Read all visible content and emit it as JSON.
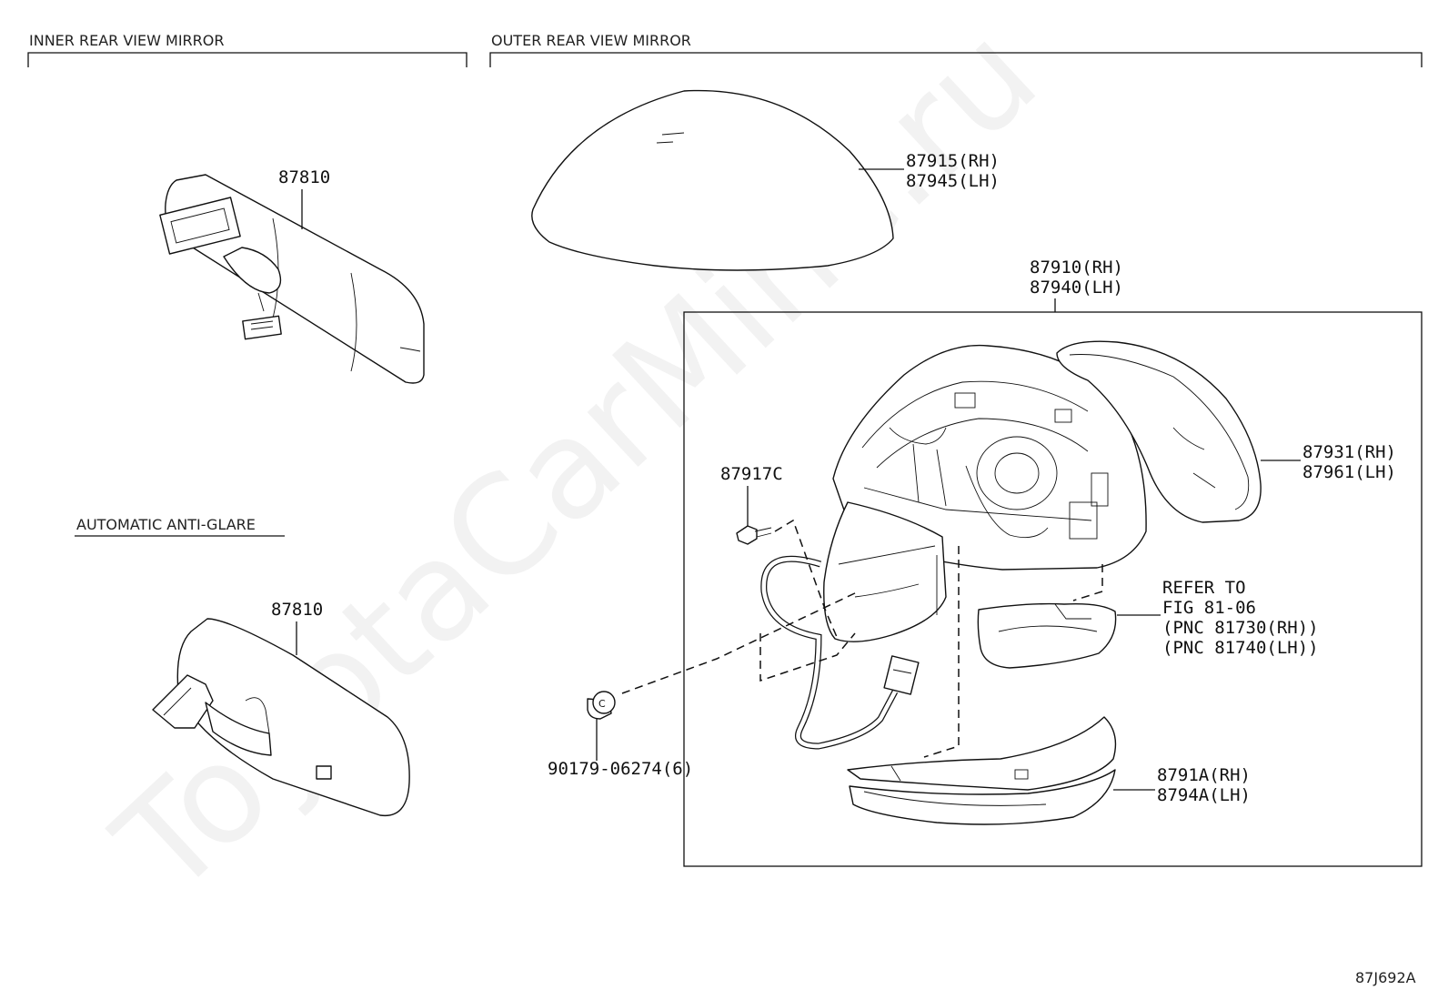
{
  "sections": {
    "inner": "INNER REAR VIEW MIRROR",
    "outer": "OUTER REAR VIEW MIRROR",
    "auto": "AUTOMATIC ANTI-GLARE"
  },
  "labels": {
    "inner_mirror": "87810",
    "auto_mirror": "87810",
    "cover_rh": "87915(RH)",
    "cover_lh": "87945(LH)",
    "assy_rh": "87910(RH)",
    "assy_lh": "87940(LH)",
    "glass_rh": "87931(RH)",
    "glass_lh": "87961(LH)",
    "screw": "87917C",
    "clip": "90179-06274(6)",
    "refer_1": "REFER TO",
    "refer_2": "FIG 81-06",
    "refer_3": "(PNC 81730(RH))",
    "refer_4": "(PNC 81740(LH))",
    "lamp_rh": "8791A(RH)",
    "lamp_lh": "8794A(LH)"
  },
  "watermark": "ToyotaCarMine.ru",
  "figure_code": "87J692A"
}
